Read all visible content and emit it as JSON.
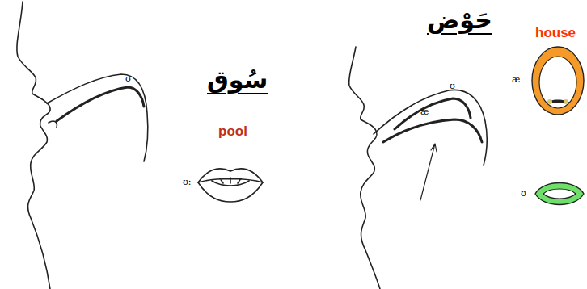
{
  "diagram": {
    "labels": [
      "ʊ",
      "سُوق",
      "pool",
      "ʊ:",
      "حَوْض",
      "house",
      "ʊ",
      "æ",
      "æ",
      "ʊ"
    ]
  }
}
